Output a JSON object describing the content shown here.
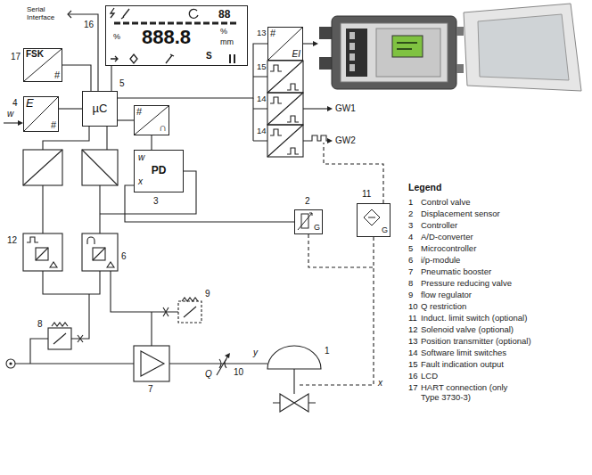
{
  "diagram": {
    "nodes": [
      {
        "text": [
          "88",
          "%",
          "888.8",
          "%",
          "mm",
          "S"
        ]
      },
      {
        "text": [
          "FSK",
          "#"
        ]
      },
      {
        "text": [
          "E",
          "#"
        ]
      },
      {
        "text": [
          "µC"
        ]
      },
      {
        "text": [
          "#",
          "∩"
        ]
      },
      {
        "text": [
          "PD"
        ]
      },
      {
        "text": [
          "#",
          "EI"
        ]
      },
      {
        "text": [
          "G"
        ]
      },
      {
        "text": [
          "G"
        ]
      }
    ],
    "edges": [
      {
        "from": 1,
        "to": 3,
        "arrow": "none"
      },
      {
        "from": 2,
        "to": 3,
        "arrow": "none"
      },
      {
        "from": 3,
        "to": 0,
        "arrow": "none"
      },
      {
        "from": 3,
        "to": 4,
        "arrow": "none"
      },
      {
        "from": 4,
        "to": 5,
        "arrow": "none"
      },
      {
        "from": 3,
        "to": 6,
        "arrow": "none"
      },
      {
        "from": 7,
        "to": 5,
        "arrow": "none"
      }
    ],
    "labels": [
      "Serial Interface",
      "16",
      "17",
      "4",
      "w",
      "5",
      "w",
      "x",
      "3",
      "13",
      "15",
      "14",
      "14",
      "GW1",
      "GW2",
      "2",
      "11",
      "12",
      "6",
      "8",
      "9",
      "7",
      "10",
      "Q",
      "y",
      "1",
      "x",
      "Legend",
      "1",
      "2",
      "3",
      "4",
      "5",
      "6",
      "7",
      "8",
      "9",
      "10",
      "11",
      "12",
      "13",
      "14",
      "15",
      "16",
      "17"
    ],
    "legend": [
      {
        "text": "Control valve"
      },
      {
        "text": "Displacement sensor"
      },
      {
        "text": "Controller"
      },
      {
        "text": "A/D-converter"
      },
      {
        "text": "Microcontroller"
      },
      {
        "text": "i/p-module"
      },
      {
        "text": "Pneumatic booster"
      },
      {
        "text": "Pressure reducing valve"
      },
      {
        "text": "flow regulator"
      },
      {
        "text": "Q restriction"
      },
      {
        "text": "Induct. limit switch (optional)"
      },
      {
        "text": "Solenoid valve (optional)"
      },
      {
        "text": "Position transmitter (optional)"
      },
      {
        "text": "Software limit switches"
      },
      {
        "text": "Fault indication output"
      },
      {
        "text": "LCD"
      },
      {
        "text": "HART connection (only Type 3730-3)"
      }
    ]
  }
}
